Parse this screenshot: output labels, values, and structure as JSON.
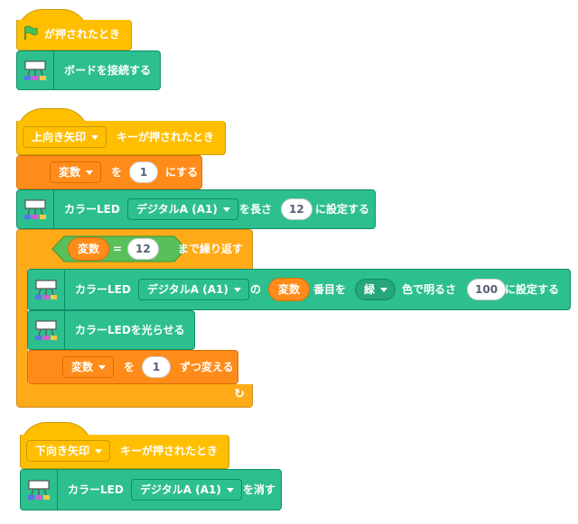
{
  "script1": {
    "hat_label": "が押されたとき",
    "connect_label": "ボードを接続する"
  },
  "script2": {
    "key_option": "上向き矢印",
    "hat_label": "キーが押されたとき",
    "set_var": {
      "var_name": "変数",
      "word_wo": "を",
      "value": "1",
      "suffix": "にする"
    },
    "set_len": {
      "prefix": "カラーLED",
      "pin": "デジタルA (A1)",
      "word": "を長さ",
      "value": "12",
      "suffix": "に設定する"
    },
    "repeat": {
      "var_name": "変数",
      "op": "=",
      "value": "12",
      "label": "まで繰り返す",
      "set_color": {
        "prefix": "カラーLED",
        "pin": "デジタルA (A1)",
        "word_no": "の",
        "var_name": "変数",
        "word_index": "番目を",
        "color": "緑",
        "word_brightness": "色で明るさ",
        "brightness": "100",
        "suffix": "に設定する"
      },
      "show": {
        "label": "カラーLEDを光らせる"
      },
      "change_var": {
        "var_name": "変数",
        "word_wo": "を",
        "value": "1",
        "suffix": "ずつ変える"
      }
    }
  },
  "script3": {
    "key_option": "下向き矢印",
    "hat_label": "キーが押されたとき",
    "clear": {
      "prefix": "カラーLED",
      "pin": "デジタルA (A1)",
      "suffix": "を消す"
    }
  }
}
